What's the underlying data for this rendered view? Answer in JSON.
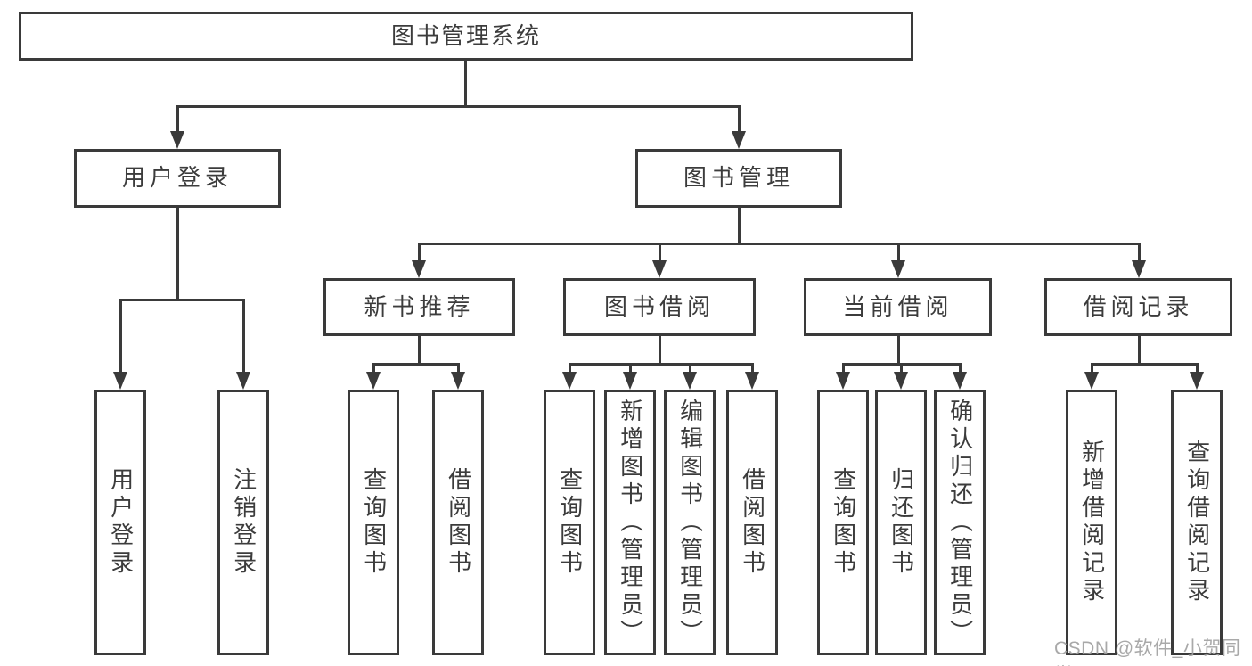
{
  "diagram": {
    "root": {
      "label": "图书管理系统"
    },
    "level2": [
      {
        "id": "user-login",
        "label": "用户登录",
        "parent": "图书管理系统"
      },
      {
        "id": "book-management",
        "label": "图书管理",
        "parent": "图书管理系统"
      }
    ],
    "level3": [
      {
        "id": "new-book-recommend",
        "label": "新书推荐",
        "parent": "图书管理"
      },
      {
        "id": "book-borrow",
        "label": "图书借阅",
        "parent": "图书管理"
      },
      {
        "id": "current-borrow",
        "label": "当前借阅",
        "parent": "图书管理"
      },
      {
        "id": "borrow-records",
        "label": "借阅记录",
        "parent": "图书管理"
      }
    ],
    "leaves": [
      {
        "label": "用户登录",
        "parent": "用户登录"
      },
      {
        "label": "注销登录",
        "parent": "用户登录"
      },
      {
        "label": "查询图书",
        "parent": "新书推荐"
      },
      {
        "label": "借阅图书",
        "parent": "新书推荐"
      },
      {
        "label": "查询图书",
        "parent": "图书借阅"
      },
      {
        "label": "新增图书（管理员）",
        "parent": "图书借阅"
      },
      {
        "label": "编辑图书（管理员）",
        "parent": "图书借阅"
      },
      {
        "label": "借阅图书",
        "parent": "图书借阅"
      },
      {
        "label": "查询图书",
        "parent": "当前借阅"
      },
      {
        "label": "归还图书",
        "parent": "当前借阅"
      },
      {
        "label": "确认归还（管理员）",
        "parent": "当前借阅"
      },
      {
        "label": "新增借阅记录",
        "parent": "借阅记录"
      },
      {
        "label": "查询借阅记录",
        "parent": "借阅记录"
      }
    ],
    "watermark": "CSDN @软件_小贺同学",
    "colors": {
      "line": "#3a3a3a",
      "text": "#3c3c3c",
      "background": "#ffffff",
      "watermark": "#a0a0a0"
    }
  }
}
